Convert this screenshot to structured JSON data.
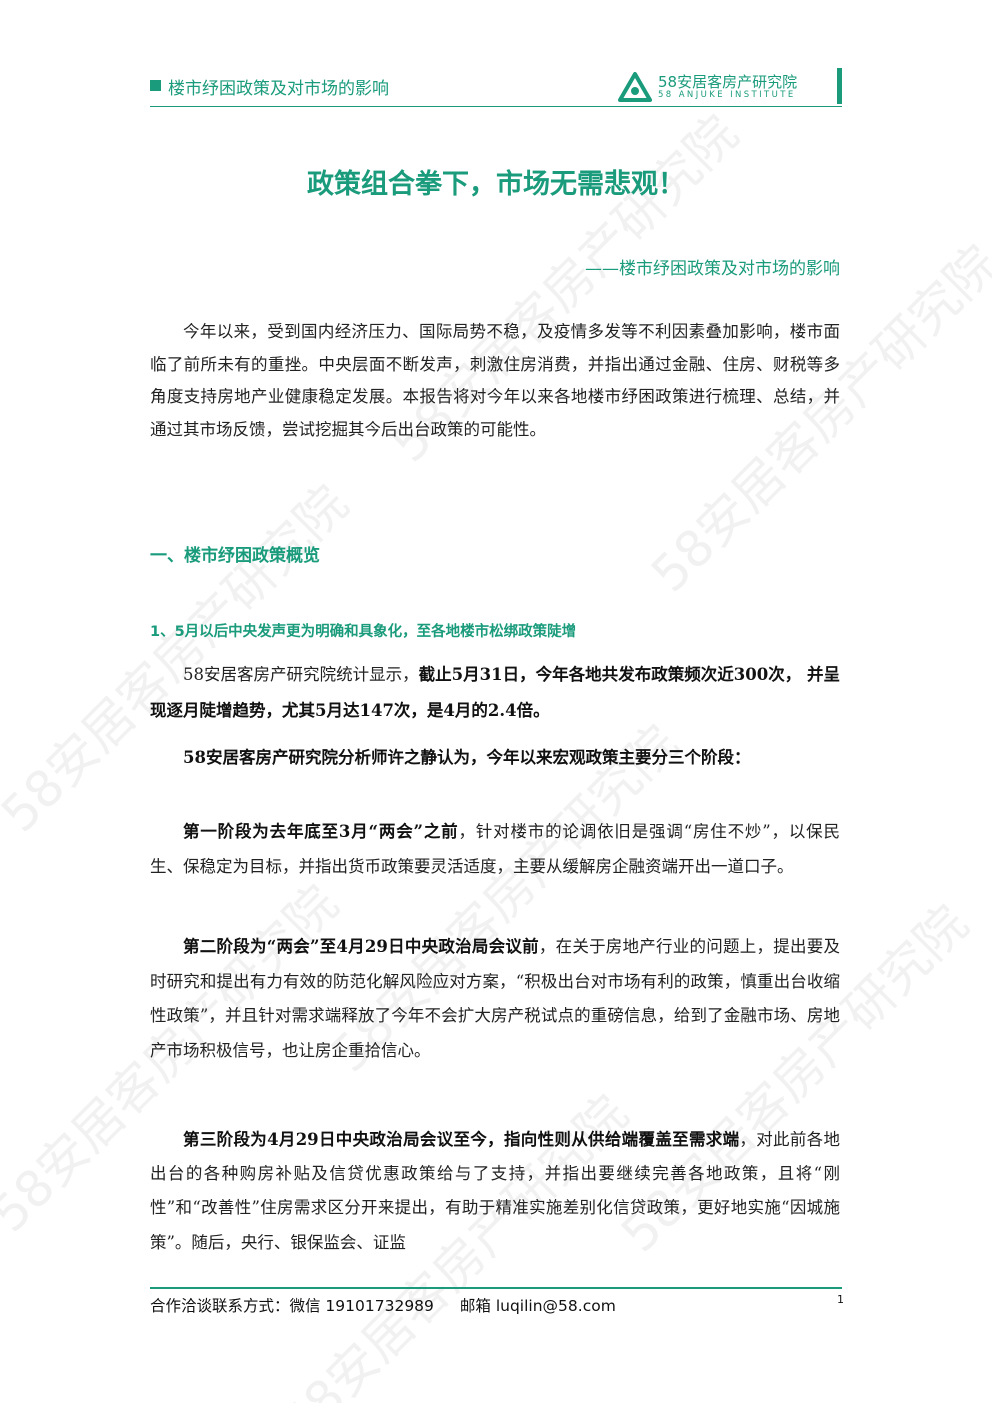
{
  "header": {
    "title": "楼市纾困政策及对市场的影响",
    "logo_name": "58安居客房产研究院",
    "logo_sub": "58 ANJUKE INSTITUTE",
    "logo_icon": "triangle-logo-icon"
  },
  "title": "政策组合拳下，市场无需悲观！",
  "subtitle": "——楼市纾困政策及对市场的影响",
  "intro": "今年以来，受到国内经济压力、国际局势不稳，及疫情多发等不利因素叠加影响，楼市面临了前所未有的重挫。中央层面不断发声，刺激住房消费，并指出通过金融、住房、财税等多角度支持房地产业健康稳定发展。本报告将对今年以来各地楼市纾困政策进行梳理、总结，并通过其市场反馈，尝试挖掘其今后出台政策的可能性。",
  "section_heading": "一、楼市纾困政策概览",
  "sub_heading": "1、5月以后中央发声更为明确和具象化，至各地楼市松绑政策陡增",
  "paragraphs": {
    "p1_normal": "58安居客房产研究院统计显示，",
    "p1_bold": "截止5月31日，今年各地共发布政策频次近300次， 并呈现逐月陡增趋势，尤其5月达147次，是4月的2.4倍。",
    "p2_bold": "58安居客房产研究院分析师许之静认为，今年以来宏观政策主要分三个阶段：",
    "p3_bold": "第一阶段为去年底至3月“两会”之前",
    "p3_normal": "，针对楼市的论调依旧是强调“房住不炒”，以保民生、保稳定为目标，并指出货币政策要灵活适度，主要从缓解房企融资端开出一道口子。",
    "p4_bold": "第二阶段为“两会”至4月29日中央政治局会议前",
    "p4_normal": "，在关于房地产行业的问题上，提出要及时研究和提出有力有效的防范化解风险应对方案，“积极出台对市场有利的政策，慎重出台收缩性政策”，并且针对需求端释放了今年不会扩大房产税试点的重磅信息，给到了金融市场、房地产市场积极信号，也让房企重拾信心。",
    "p5_bold": "第三阶段为4月29日中央政治局会议至今，指向性则从供给端覆盖至需求端",
    "p5_normal": "，对此前各地出台的各种购房补贴及信贷优惠政策给与了支持，并指出要继续完善各地政策，且将“刚性”和“改善性”住房需求区分开来提出，有助于精准实施差别化信贷政策，更好地实施“因城施策”。随后，央行、银保监会、证监"
  },
  "footer": {
    "contact_wechat": "合作洽谈联系方式：微信 19101732989",
    "contact_email": "邮箱 luqilin@58.com",
    "page_number": "1"
  },
  "watermark": {
    "text": "58安居客房产研究院"
  },
  "colors": {
    "accent": "#1a9b7c",
    "text": "#222222"
  }
}
